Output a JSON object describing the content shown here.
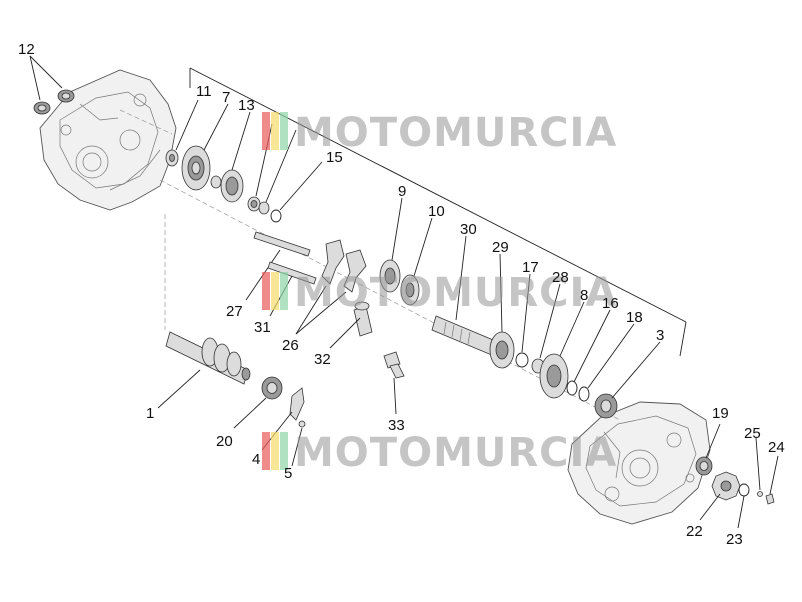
{
  "watermark": {
    "text": "MOTOMURCIA",
    "stripe_colors": [
      "#e85a5a",
      "#f2dc6a",
      "#8fd6a8"
    ]
  },
  "callouts": [
    "1",
    "3",
    "4",
    "5",
    "7",
    "8",
    "9",
    "10",
    "11",
    "12",
    "13",
    "15",
    "16",
    "17",
    "18",
    "19",
    "20",
    "22",
    "23",
    "24",
    "25",
    "26",
    "27",
    "28",
    "29",
    "30",
    "31",
    "32",
    "33"
  ],
  "labels": {
    "n1": "1",
    "n3": "3",
    "n4": "4",
    "n5": "5",
    "n7": "7",
    "n8": "8",
    "n9": "9",
    "n10": "10",
    "n11": "11",
    "n12": "12",
    "n13": "13",
    "n15": "15",
    "n16": "16",
    "n17": "17",
    "n18": "18",
    "n19": "19",
    "n20": "20",
    "n22": "22",
    "n23": "23",
    "n24": "24",
    "n25": "25",
    "n26": "26",
    "n27": "27",
    "n28": "28",
    "n29": "29",
    "n30": "30",
    "n31": "31",
    "n32": "32",
    "n33": "33"
  }
}
